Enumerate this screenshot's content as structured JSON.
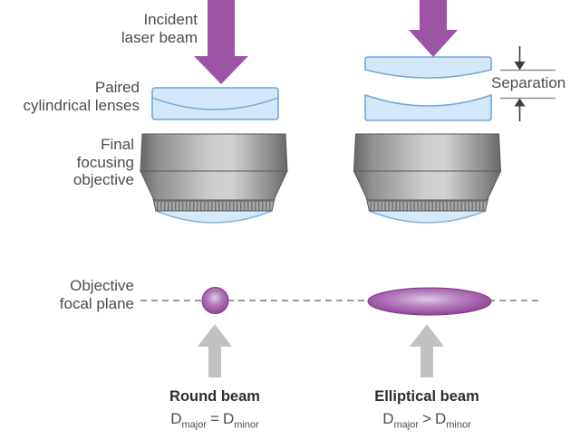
{
  "labels": {
    "incident_beam": {
      "line1": "Incident",
      "line2": "laser beam"
    },
    "paired_lenses": {
      "line1": "Paired",
      "line2": "cylindrical lenses"
    },
    "objective": {
      "line1": "Final",
      "line2": "focusing",
      "line3": "objective"
    },
    "focal_plane": {
      "line1": "Objective",
      "line2": "focal plane"
    },
    "separation": "Separation"
  },
  "beams": {
    "round": {
      "title": "Round beam",
      "formula": {
        "sym1": "D",
        "sub1": "major",
        "op": "=",
        "sym2": "D",
        "sub2": "minor"
      }
    },
    "elliptical": {
      "title": "Elliptical beam",
      "formula": {
        "sym1": "D",
        "sub1": "major",
        "op": ">",
        "sym2": "D",
        "sub2": "minor"
      }
    }
  },
  "colors": {
    "laser_arrow": "#9e54a4",
    "lens_fill": "#d4e7f8",
    "lens_border": "#6ea7d8",
    "beam_spot_edge": "#8b4190",
    "beam_spot_center": "#dcc8e4",
    "pointer_arrow": "#c2c2c2",
    "dashed_line": "#9a9a9a",
    "label_text": "#4c4c4c",
    "objective_metal_dark": "#676767",
    "objective_metal_light": "#d3d3d3"
  }
}
